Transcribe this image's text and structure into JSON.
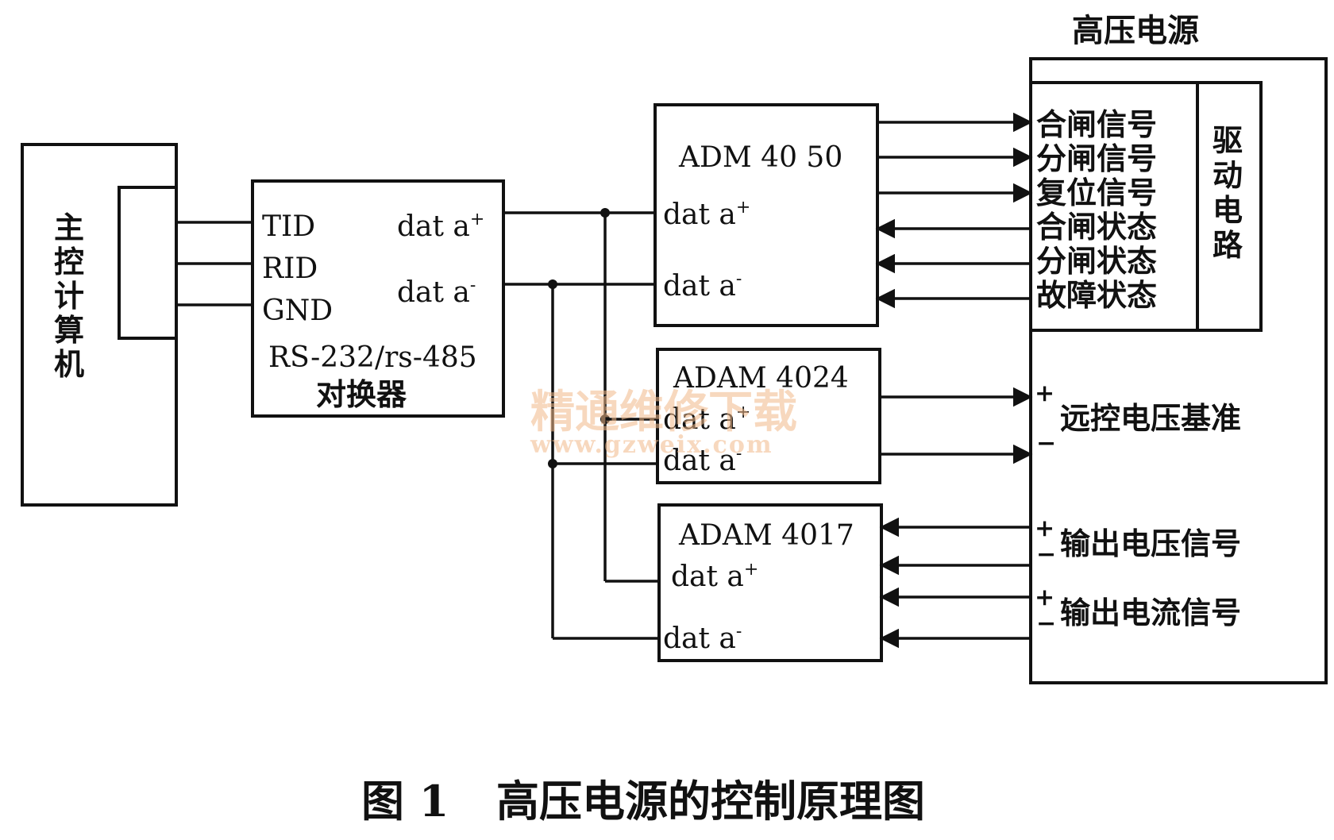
{
  "power_supply": {
    "title": "高压电源",
    "drive_circuit": "驱动电路"
  },
  "host": {
    "label": "主控计算机"
  },
  "converter": {
    "pins_left": [
      "TID",
      "RID",
      "GND"
    ],
    "pins_right": [
      "dat a",
      "dat a"
    ],
    "name": "RS-232/rs-485",
    "name_cn": "对换器"
  },
  "modules": [
    {
      "name": "ADM 40 50",
      "pin_plus": "dat a",
      "pin_minus": "dat a"
    },
    {
      "name": "ADAM 4024",
      "pin_plus": "dat a",
      "pin_minus": "dat a"
    },
    {
      "name": "ADAM 4017",
      "pin_plus": "dat a",
      "pin_minus": "dat a"
    }
  ],
  "sup_plus": "+",
  "sup_minus": "-",
  "signals": [
    "合闸信号",
    "分闸信号",
    "复位信号",
    "合闸状态",
    "分闸状态",
    "故障状态"
  ],
  "remote_reference": "远控电压基准",
  "output_voltage": "输出电压信号",
  "output_current": "输出电流信号",
  "sign_plus": "+",
  "sign_minus": "−",
  "watermark": {
    "text": "精通维修下载",
    "url": "www.gzweix.com"
  },
  "caption": {
    "figure": "图 1",
    "title": "高压电源的控制原理图"
  }
}
